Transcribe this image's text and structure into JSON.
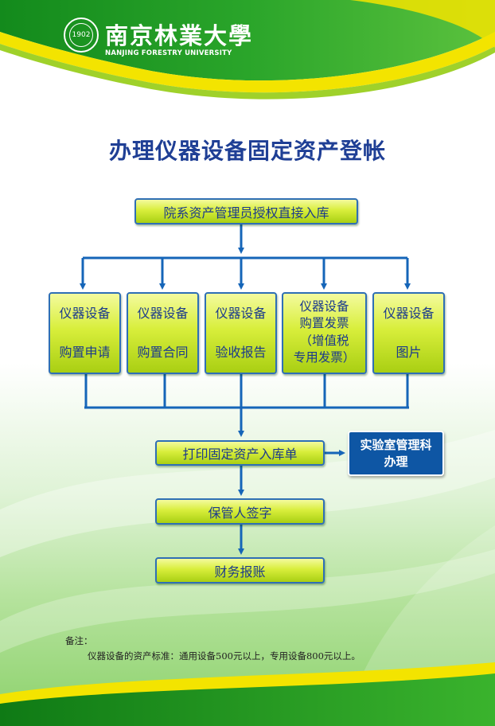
{
  "header": {
    "school_name_cn": "南京林業大學",
    "school_name_en": "NANJING FORESTRY UNIVERSITY",
    "seal_text": "1902"
  },
  "title": "办理仪器设备固定资产登帐",
  "flow": {
    "start": "院系资产管理员授权直接入库",
    "docs": [
      {
        "line1": "仪器设备",
        "line2": "购置申请"
      },
      {
        "line1": "仪器设备",
        "line2": "购置合同"
      },
      {
        "line1": "仪器设备",
        "line2": "验收报告"
      },
      {
        "line1": "仪器设备",
        "line2": "购置发票",
        "line3": "（增值税",
        "line4": "专用发票）"
      },
      {
        "line1": "仪器设备",
        "line2": "图片"
      }
    ],
    "print_step": "打印固定资产入库单",
    "side_office": {
      "line1": "实验室管理科",
      "line2": "办理"
    },
    "sign_step": "保管人签字",
    "finance_step": "财务报账"
  },
  "notes": {
    "label": "备注：",
    "text": "仪器设备的资产标准：通用设备500元以上，专用设备800元以上。"
  },
  "colors": {
    "title": "#1f3f95",
    "connector": "#1565b8",
    "box_fill_light": "#f4fb9e",
    "box_fill_dark": "#a9cf13",
    "office_box": "#0e56a4",
    "green_band": "#1f9a1c",
    "yellow_band": "#f3e400"
  }
}
